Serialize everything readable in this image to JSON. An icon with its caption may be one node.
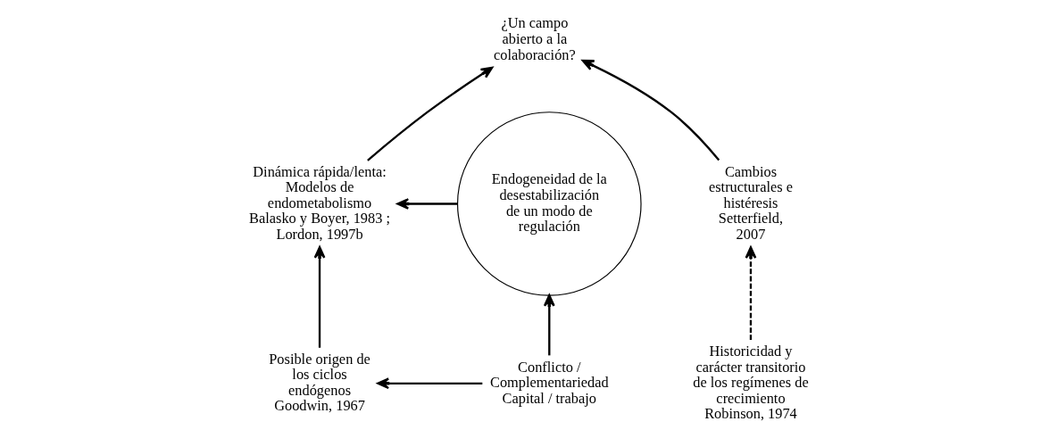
{
  "diagram": {
    "nodes": [
      {
        "text": [
          "¿Un campo abierto a la colaboración?"
        ]
      },
      {
        "text": [
          "Endogeneidad de la desestabilización de un modo de regulación"
        ]
      },
      {
        "text": [
          "Dinámica rápida/lenta: Modelos de endometabolismo",
          "Balasko y Boyer, 1983 ; Lordon, 1997b"
        ]
      },
      {
        "text": [
          "Cambios estructurales e histéresis",
          "Setterfield, 2007"
        ]
      },
      {
        "text": [
          "Conflicto / Complementariedad Capital / trabajo"
        ]
      },
      {
        "text": [
          "Posible origen de los ciclos endógenos",
          "Goodwin, 1967"
        ]
      },
      {
        "text": [
          "Historicidad y carácter transitorio de los regímenes de crecimiento",
          "Robinson, 1974"
        ]
      }
    ],
    "edges": [
      {
        "from": 1,
        "to": 2,
        "arrow": "to"
      },
      {
        "from": 2,
        "to": 0,
        "arrow": "to"
      },
      {
        "from": 3,
        "to": 0,
        "arrow": "to"
      },
      {
        "from": 4,
        "to": 1,
        "arrow": "to"
      },
      {
        "from": 4,
        "to": 5,
        "arrow": "to"
      },
      {
        "from": 5,
        "to": 2,
        "arrow": "to"
      },
      {
        "from": 6,
        "to": 3,
        "arrow": "to",
        "style": "dashed"
      }
    ]
  }
}
